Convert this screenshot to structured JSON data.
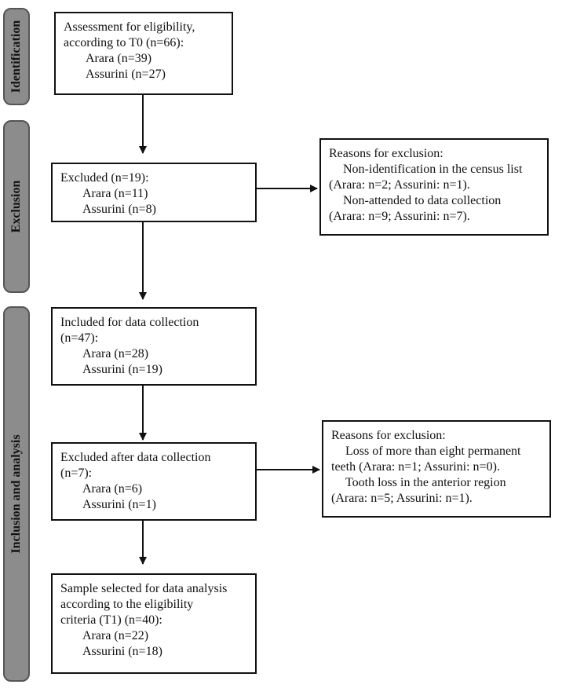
{
  "phases": {
    "identification": "Identification",
    "exclusion": "Exclusion",
    "inclusion": "Inclusion and analysis"
  },
  "boxes": {
    "assessment": {
      "line1": "Assessment for eligibility,",
      "line2": "according to T0 (n=66):",
      "line3": "Arara (n=39)",
      "line4": "Assurini (n=27)"
    },
    "excluded1": {
      "line1": "Excluded (n=19):",
      "line2": "Arara (n=11)",
      "line3": "Assurini (n=8)"
    },
    "reasons1": {
      "line1": "Reasons for exclusion:",
      "line2": "Non-identification in the census list",
      "line3": "(Arara: n=2; Assurini: n=1).",
      "line4": "Non-attended to data collection",
      "line5": "(Arara: n=9; Assurini: n=7)."
    },
    "included": {
      "line1": "Included for data collection",
      "line2": "(n=47):",
      "line3": "Arara (n=28)",
      "line4": "Assurini (n=19)"
    },
    "excluded2": {
      "line1": "Excluded after data collection",
      "line2": "(n=7):",
      "line3": "Arara (n=6)",
      "line4": "Assurini (n=1)"
    },
    "reasons2": {
      "line1": "Reasons for exclusion:",
      "line2": "Loss of more than eight permanent",
      "line3": "teeth (Arara: n=1; Assurini: n=0).",
      "line4": "Tooth loss in the anterior region",
      "line5": "(Arara: n=5; Assurini: n=1)."
    },
    "sample": {
      "line1": "Sample selected for data analysis",
      "line2": "according to the eligibility",
      "line3": "criteria (T1) (n=40):",
      "line4": "Arara (n=22)",
      "line5": "Assurini (n=18)"
    }
  }
}
